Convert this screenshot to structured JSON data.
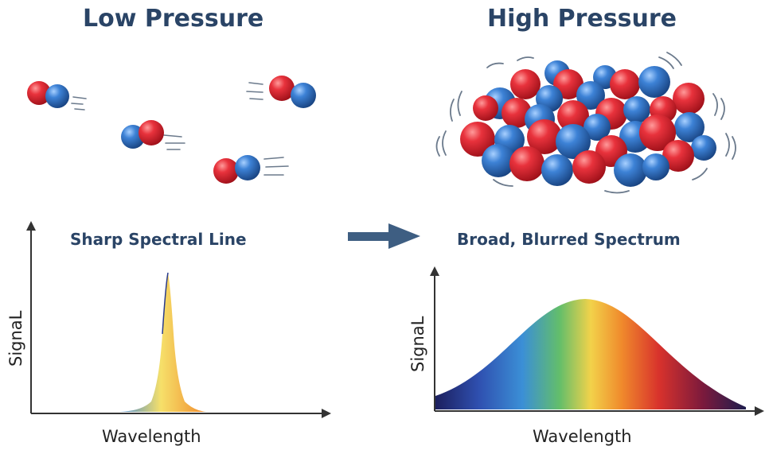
{
  "panels": {
    "low": {
      "title": "Low Pressure",
      "spectrum_title": "Sharp Spectral Line",
      "x_label": "Wavelength",
      "y_label": "SignaL"
    },
    "high": {
      "title": "High Pressure",
      "spectrum_title": "Broad, Blurred Spectrum",
      "x_label": "Wavelength",
      "y_label": "SignaL"
    }
  },
  "colors": {
    "heading": "#2a4466",
    "red_atom": "#d4222e",
    "blue_atom": "#2f6fc4",
    "arrow": "#3e5e82"
  },
  "icons": {
    "molecule": "diatomic-molecule-icon",
    "transition_arrow": "arrow-right-icon"
  }
}
